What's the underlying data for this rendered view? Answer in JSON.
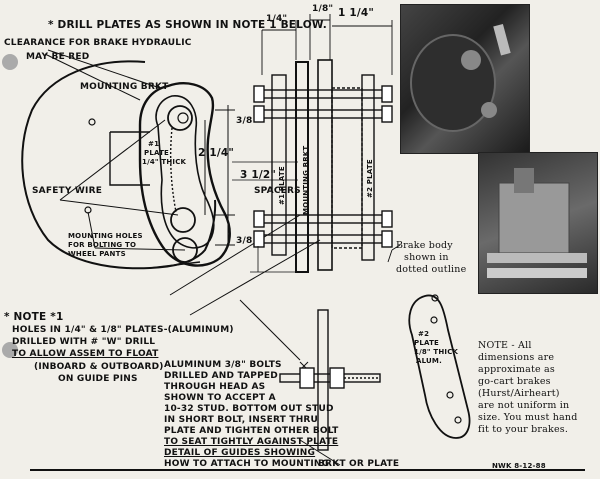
{
  "labels": {
    "drill_note": "* DRILL PLATES AS SHOWN IN NOTE 1 BELOW.",
    "clearance_1": "CLEARANCE FOR BRAKE HYDRAULIC",
    "clearance_2": "MAY BE RED",
    "mounting_brkt": "MOUNTING BRKT",
    "safety_wire": "SAFETY WIRE",
    "mounting_holes_1": "MOUNTING HOLES",
    "mounting_holes_2": "FOR BOLTING TO",
    "mounting_holes_3": "WHEEL PANTS",
    "plate1_1": "#1",
    "plate1_2": "PLATE",
    "plate1_3": "1/4\" THICK",
    "dim_quarter": "1/4\"",
    "dim_eighth": "1/8\"",
    "dim_one_quarter": "1 1/4\"",
    "dim_two_quarter": "2 1/4\"",
    "dim_three_half": "3 1/2\"",
    "dim_three_eighth": "3/8",
    "dim_three_eighth_2": "3/8",
    "spacers": "SPACERS",
    "plate_vert_1": "#1 PLATE",
    "plate_vert_2": "MOUNTING BRKT",
    "plate_vert_3": "#2 PLATE",
    "brake_body_1": "Brake body",
    "brake_body_2": "shown in",
    "brake_body_3": "dotted outline",
    "note1_1": "* NOTE *1",
    "note1_2": "HOLES IN 1/4\" & 1/8\" PLATES-(ALUMINUM)",
    "note1_3": "DRILLED WITH # \"W\" DRILL",
    "note1_4": "TO ALLOW ASSEM TO FLOAT",
    "note1_5": "(INBOARD & OUTBOARD)",
    "note1_6": "ON GUIDE PINS",
    "alum_1": "ALUMINUM 3/8\" BOLTS",
    "alum_2": "DRILLED AND TAPPED",
    "alum_3": "THROUGH HEAD AS",
    "alum_4": "SHOWN TO ACCEPT A",
    "alum_5": "10-32 STUD. BOTTOM OUT STUD",
    "alum_6": "IN SHORT BOLT, INSERT THRU",
    "alum_7": "PLATE AND TIGHTEN OTHER BOLT",
    "alum_8": "TO SEAT TIGHTLY AGAINST PLATE",
    "alum_9": "DETAIL OF GUIDES SHOWING",
    "alum_10": "HOW TO ATTACH TO MOUNTING",
    "brkt_plate": "BRKT OR PLATE",
    "plate2_1": "#2",
    "plate2_2": "PLATE",
    "plate2_3": "1/8\" THICK",
    "plate2_4": "ALUM.",
    "note_right_1": "NOTE - All",
    "note_right_2": "dimensions are",
    "note_right_3": "approximate as",
    "note_right_4": "go-cart brakes",
    "note_right_5": "(Hurst/Airheart)",
    "note_right_6": "are not uniform in",
    "note_right_7": "size. You must hand",
    "note_right_8": "fit to your brakes.",
    "signature": "NWK 8-12-88"
  }
}
